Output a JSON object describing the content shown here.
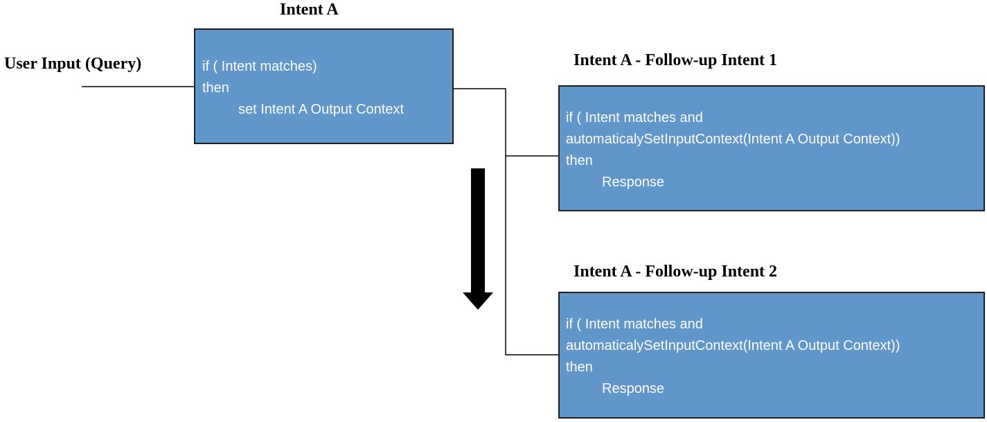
{
  "input_label": "User Input (Query)",
  "intent_a": {
    "title": "Intent A",
    "lines": [
      "if ( Intent matches)",
      "then",
      "set Intent A Output Context"
    ]
  },
  "followup_1": {
    "title": "Intent A - Follow-up Intent 1",
    "lines": [
      "if ( Intent matches and",
      "automaticalySetInputContext(Intent A Output Context))",
      "then",
      "Response"
    ]
  },
  "followup_2": {
    "title": "Intent A - Follow-up Intent 2",
    "lines": [
      "if ( Intent matches and",
      "automaticalySetInputContext(Intent A Output Context))",
      "then",
      "Response"
    ]
  },
  "colors": {
    "box_fill": "#6096c9",
    "box_border": "#1e1e1e",
    "box_text": "#ffffff",
    "connector": "#000000",
    "arrow": "#000000"
  }
}
